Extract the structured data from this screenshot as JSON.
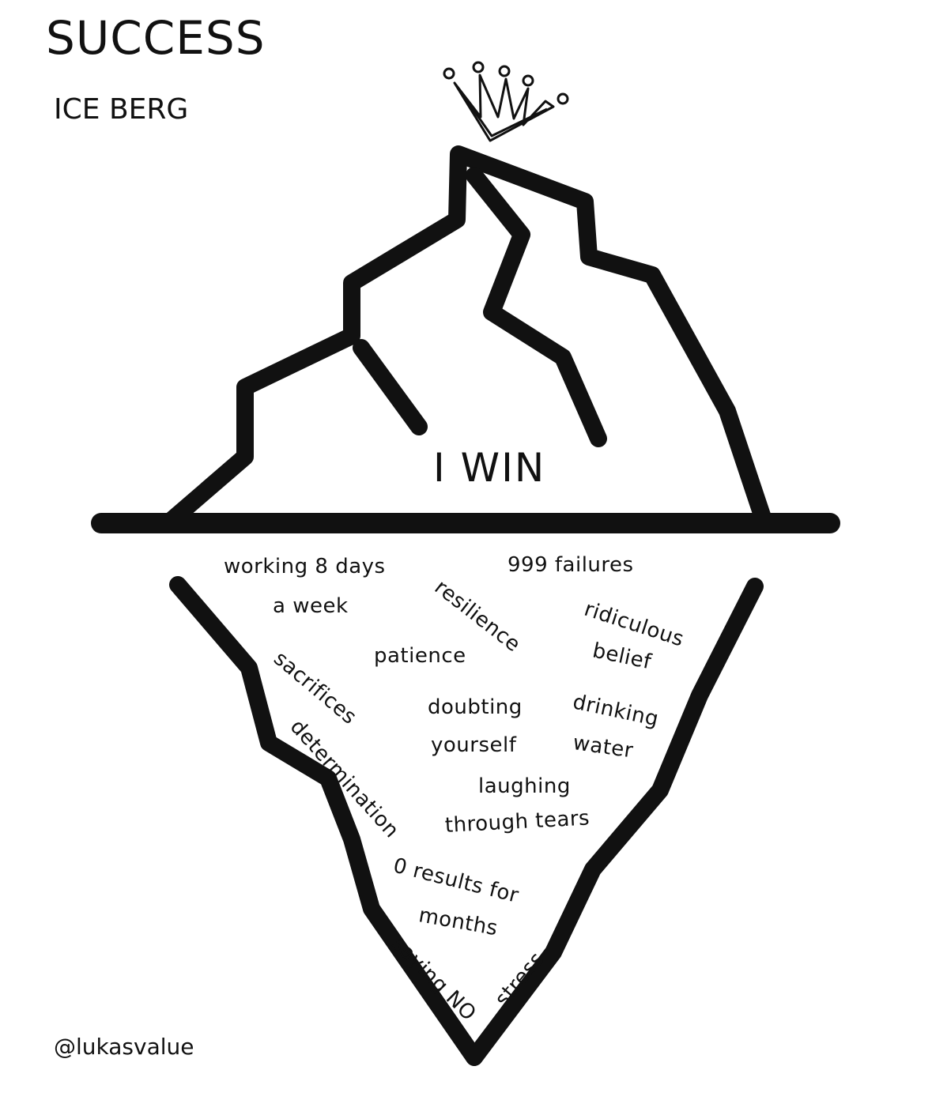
{
  "title": "SUCCESS",
  "subtitle": "ICE BERG",
  "above_water": "I WIN",
  "below_water": [
    "working 8 days",
    "a week",
    "resilience",
    "999 failures",
    "ridiculous",
    "belief",
    "sacrifices",
    "patience",
    "doubting",
    "yourself",
    "drinking",
    "water",
    "determination",
    "laughing",
    "through tears",
    "0 results for",
    "months",
    "saying NO",
    "stress"
  ],
  "handle": "@lukasvalue",
  "icons": {
    "top": "crown-icon"
  },
  "colors": {
    "ink": "#111111",
    "background": "#ffffff"
  }
}
